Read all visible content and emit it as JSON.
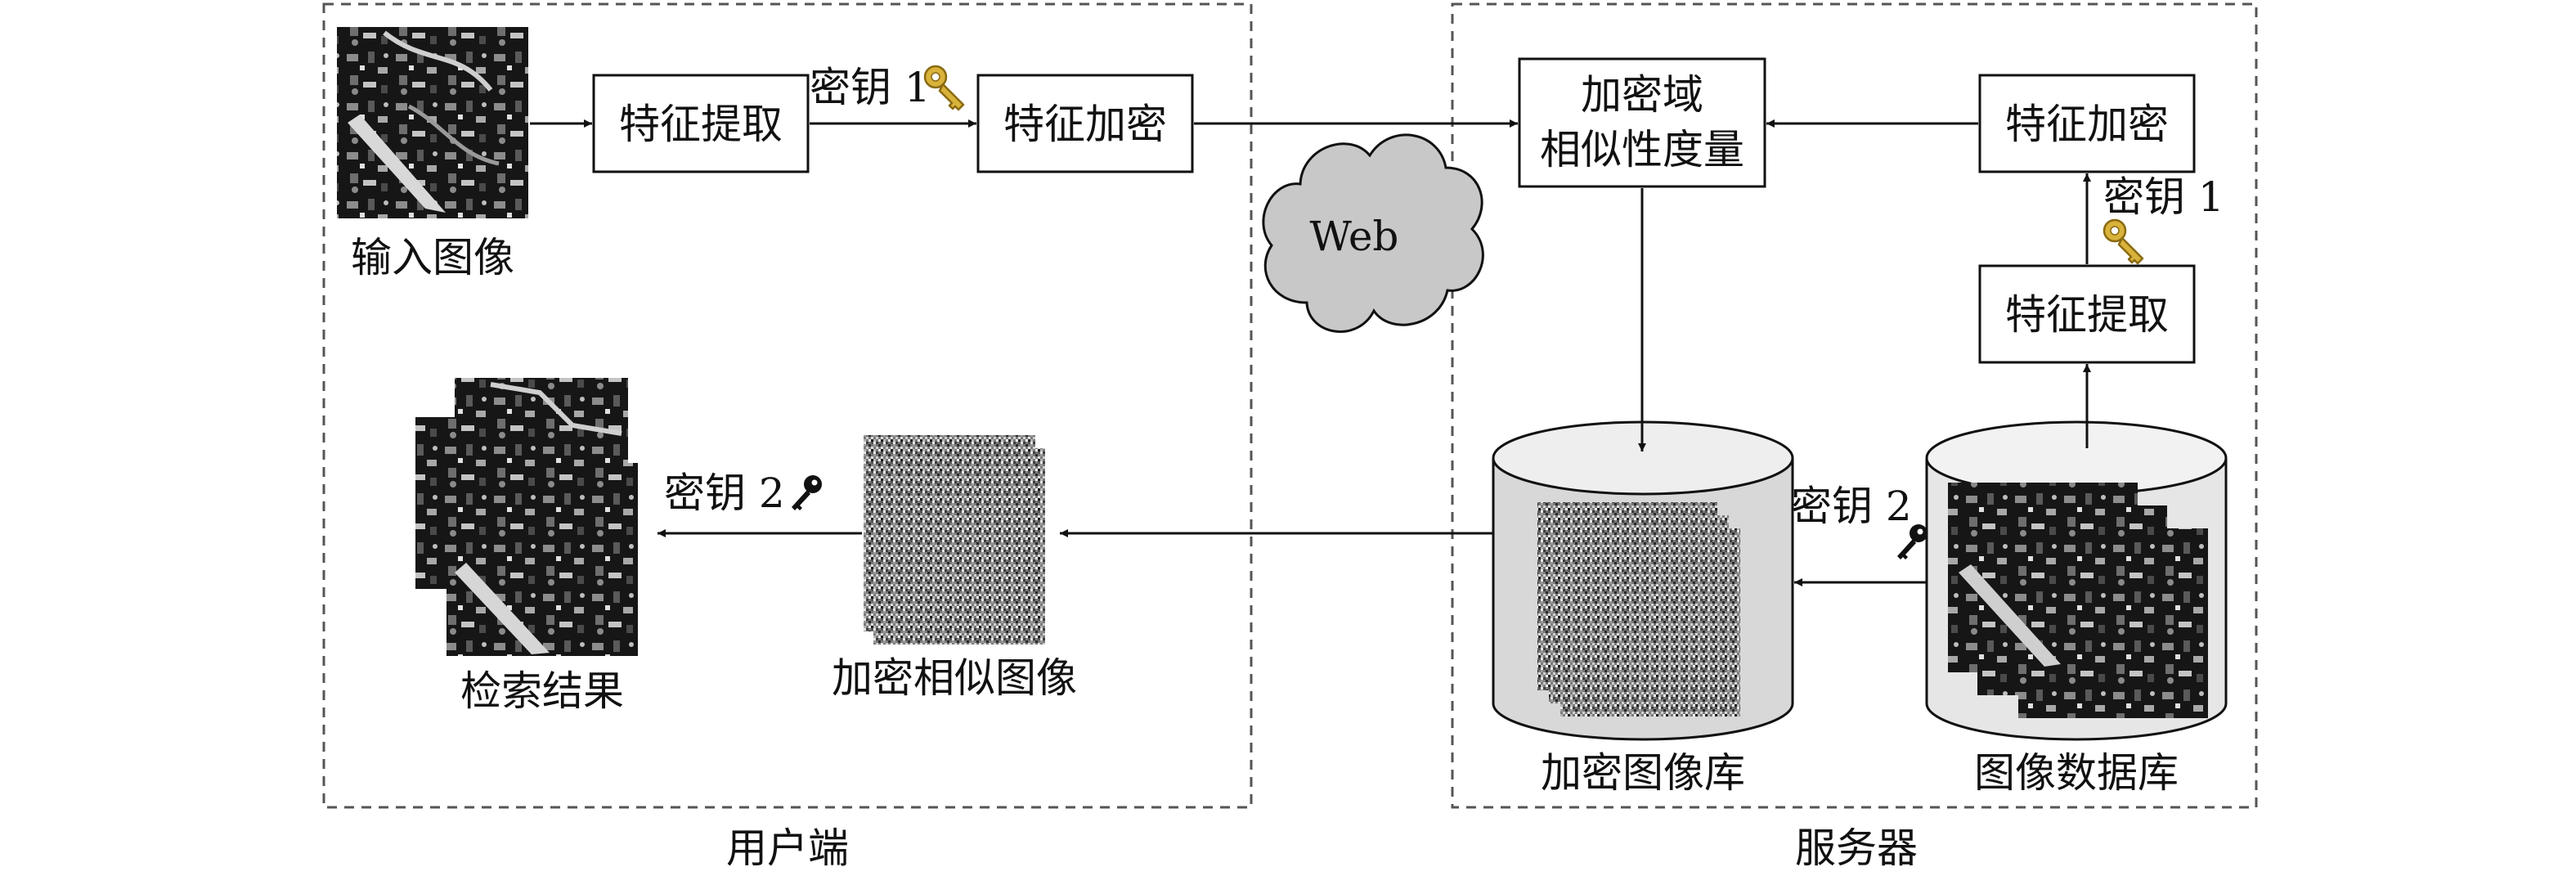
{
  "regions": {
    "user": "用户端",
    "server": "服务器"
  },
  "nodes": {
    "input_image": "输入图像",
    "extract_user": "特征提取",
    "encrypt_user": "特征加密",
    "similarity_line1": "加密域",
    "similarity_line2": "相似性度量",
    "encrypt_server": "特征加密",
    "extract_server": "特征提取",
    "encrypted_db": "加密图像库",
    "image_db": "图像数据库",
    "encrypted_similar": "加密相似图像",
    "results": "检索结果",
    "web": "Web"
  },
  "keys": {
    "key1_user": "密钥 1",
    "key1_server": "密钥 1",
    "key2_server": "密钥 2",
    "key2_user": "密钥 2"
  },
  "icons": {
    "key1": "key-icon-gold",
    "key2": "key-icon-black"
  },
  "colors": {
    "line": "#111111",
    "cylinder_fill": "#d8d8d8",
    "cloud_fill": "#c8c8c8",
    "key_gold": "#d8b23a"
  }
}
